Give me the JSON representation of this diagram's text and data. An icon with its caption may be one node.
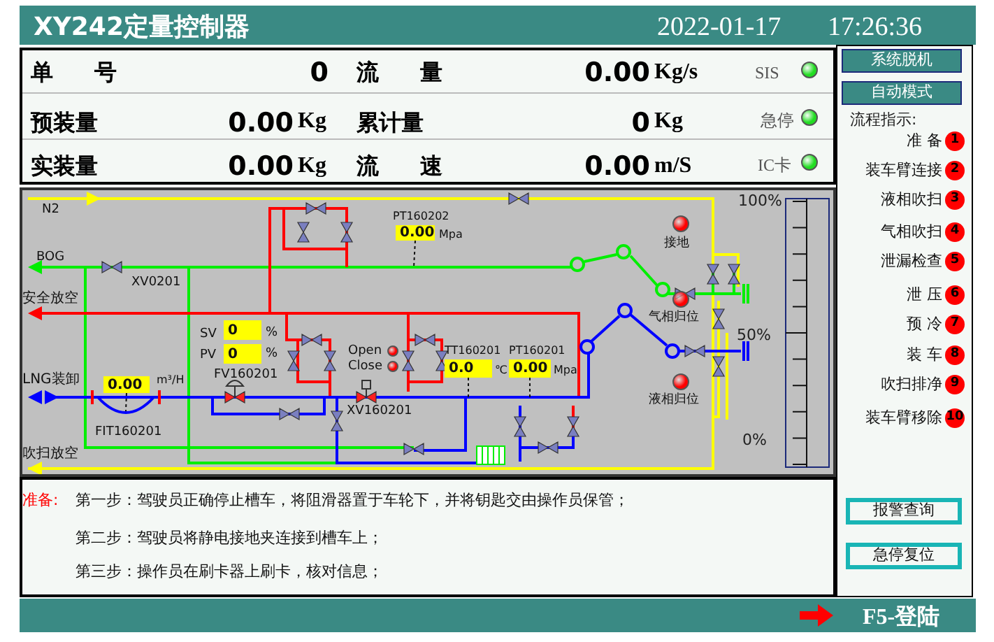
{
  "diagram": {
    "title": "XY242定量控制器",
    "nodes": [
      {
        "text": [],
        "shape": "circle",
        "beside": [
          "SIS"
        ]
      },
      {
        "text": [],
        "shape": "circle",
        "beside": [
          "急停"
        ]
      },
      {
        "text": [],
        "shape": "circle",
        "beside": [
          "IC卡"
        ]
      },
      {
        "text": [
          "系统脱机"
        ]
      },
      {
        "text": [
          "自动模式"
        ]
      },
      {
        "text": [
          "1"
        ],
        "beside": [
          "准 备"
        ]
      },
      {
        "text": [
          "2"
        ],
        "beside": [
          "装车臂连接"
        ]
      },
      {
        "text": [
          "3"
        ],
        "beside": [
          "液相吹扫"
        ]
      },
      {
        "text": [
          "4"
        ],
        "beside": [
          "气相吹扫"
        ]
      },
      {
        "text": [
          "5"
        ],
        "beside": [
          "泄漏检查"
        ]
      },
      {
        "text": [
          "6"
        ],
        "beside": [
          "泄 压"
        ]
      },
      {
        "text": [
          "7"
        ],
        "beside": [
          "预 冷"
        ]
      },
      {
        "text": [
          "8"
        ],
        "beside": [
          "装 车"
        ]
      },
      {
        "text": [
          "9"
        ],
        "beside": [
          "吹扫排净"
        ]
      },
      {
        "text": [
          "10"
        ],
        "beside": [
          "装车臂移除"
        ]
      },
      {
        "text": [
          "报警查询"
        ]
      },
      {
        "text": [
          "急停复位"
        ]
      },
      {
        "text": [
          "0.00"
        ],
        "beside": [
          "m³/H"
        ]
      },
      {
        "text": [
          "0"
        ],
        "beside": [
          "SV",
          "%"
        ]
      },
      {
        "text": [
          "0"
        ],
        "beside": [
          "PV",
          "%"
        ]
      },
      {
        "text": [
          "0.00"
        ],
        "beside": [
          "PT160202",
          "Mpa"
        ]
      },
      {
        "text": [
          "0.0"
        ],
        "beside": [
          "TT160201",
          "℃"
        ]
      },
      {
        "text": [
          "0.00"
        ],
        "beside": [
          "PT160201",
          "Mpa"
        ]
      },
      {
        "text": [],
        "shape": "circle",
        "beside": [
          "接地"
        ]
      },
      {
        "text": [],
        "shape": "circle",
        "beside": [
          "气相归位"
        ]
      },
      {
        "text": [],
        "shape": "circle",
        "beside": [
          "液相归位"
        ]
      },
      {
        "text": [],
        "shape": "circle",
        "beside": [
          "Open"
        ]
      },
      {
        "text": [],
        "shape": "circle",
        "beside": [
          "Close"
        ]
      }
    ],
    "edges": [
      {
        "from": 17,
        "to": null,
        "arrow": "none",
        "style": "dashed"
      },
      {
        "from": 20,
        "to": null,
        "arrow": "none",
        "style": "dashed"
      },
      {
        "from": 21,
        "to": null,
        "arrow": "none",
        "style": "dashed"
      },
      {
        "from": 22,
        "to": null,
        "arrow": "none",
        "style": "dashed"
      }
    ],
    "labels": [
      "2022-01-17",
      "17:26:36",
      "单 号",
      "0",
      "流 量",
      "0.00",
      "Kg/s",
      "预装量",
      "0.00",
      "Kg",
      "累计量",
      "0",
      "Kg",
      "实装量",
      "0.00",
      "Kg",
      "流 速",
      "0.00",
      "m/S",
      "N2",
      "BOG",
      "安全放空",
      "LNG装卸",
      "吹扫放空",
      "XV0201",
      "FIT160201",
      "FV160201",
      "XV160201",
      "100%",
      "50%",
      "0%",
      "流程指示:",
      "准备:",
      "第一步：驾驶员正确停止槽车，将阻滑器置于车轮下，并将钥匙交由操作员保管；",
      "第二步：驾驶员将静电接地夹连接到槽车上；",
      "第三步：操作员在刷卡器上刷卡，核对信息；",
      "F5-登陆"
    ]
  }
}
